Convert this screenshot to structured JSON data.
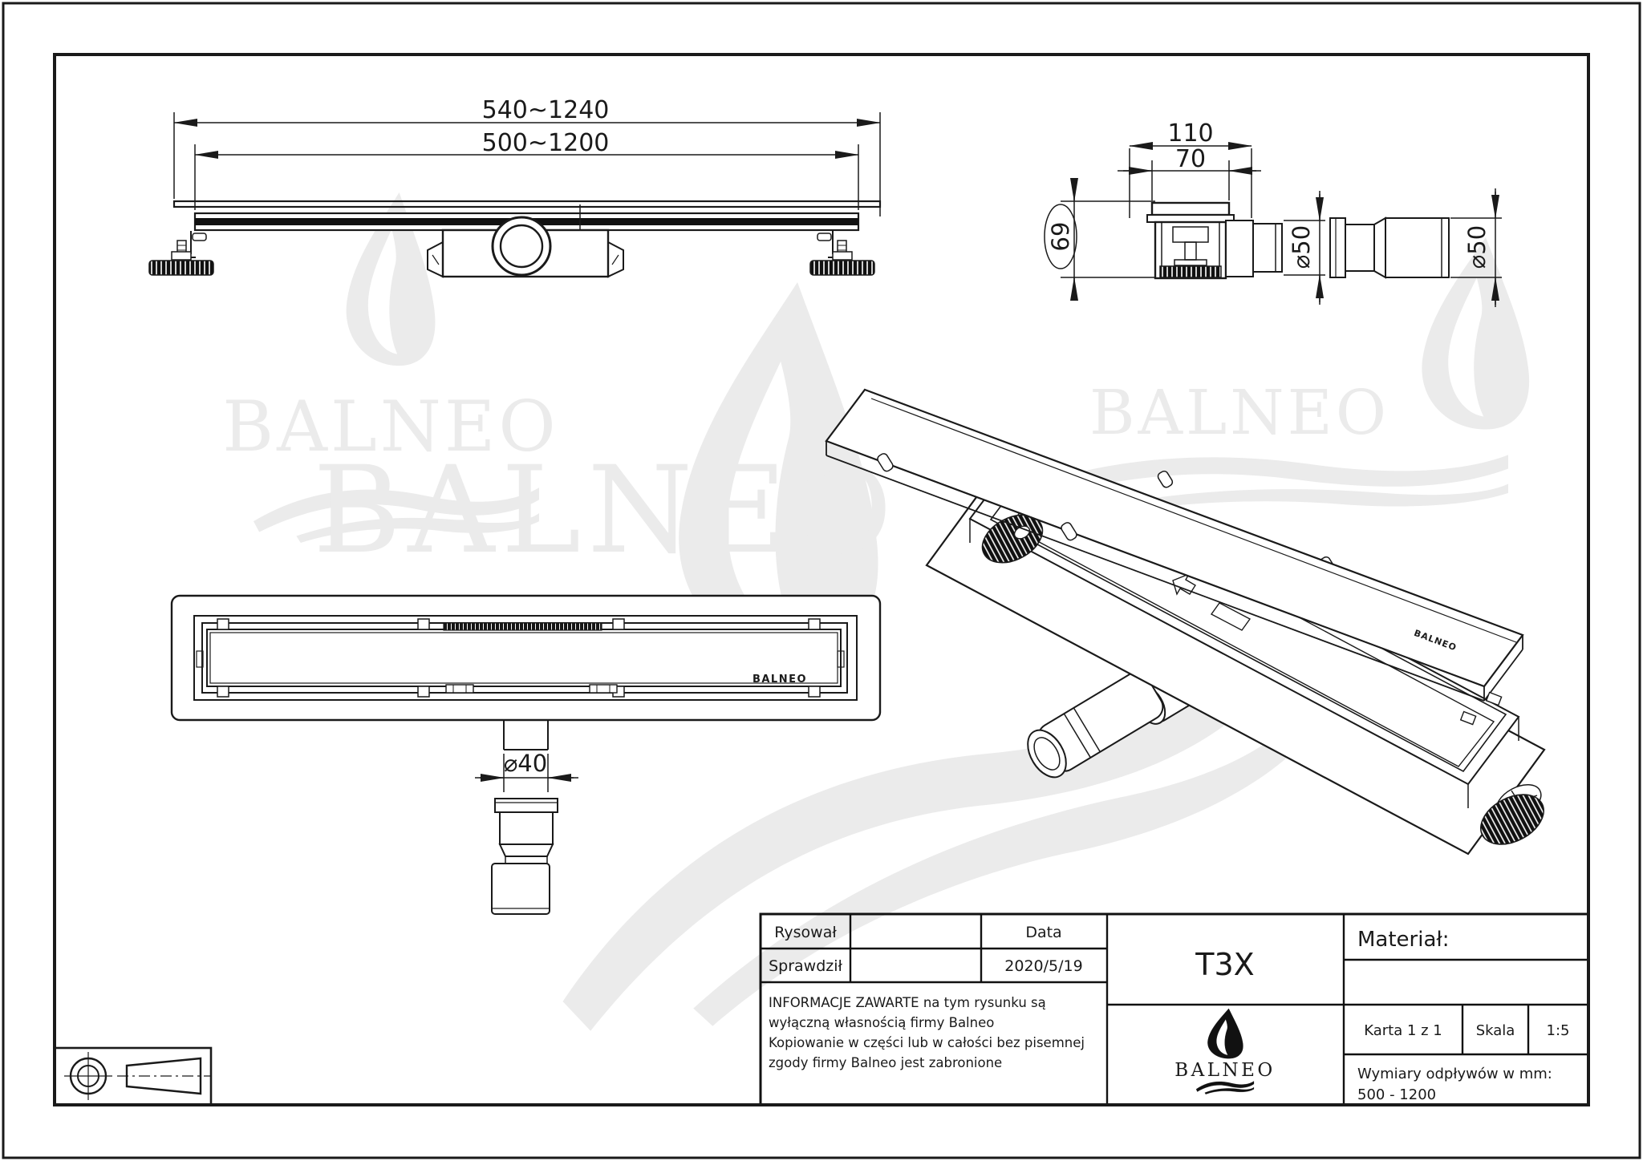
{
  "page": {
    "background": "#ffffff",
    "line_color": "#1a1a1a",
    "watermark_color": "#ebebeb"
  },
  "watermarks": {
    "brand": "BALNEO"
  },
  "views": {
    "side_view": {
      "dim_outer": "540~1240",
      "dim_inner": "500~1200"
    },
    "end_view": {
      "dim_width_outer": "110",
      "dim_width_inner": "70",
      "dim_height": "69",
      "dim_pipe1": "⌀50",
      "dim_pipe2": "⌀50"
    },
    "plan_view": {
      "dim_outlet": "⌀40",
      "brand_label": "BALNEO"
    },
    "isometric": {
      "brand_label": "BALNEO"
    }
  },
  "title_block": {
    "drawn_label": "Rysował",
    "checked_label": "Sprawdził",
    "date_label": "Data",
    "date_value": "2020/5/19",
    "model": "T3X",
    "material_label": "Materiał:",
    "sheet_label": "Karta 1 z 1",
    "scale_label": "Skala",
    "scale_value": "1:5",
    "note_line1": "Wymiary odpływów w mm:",
    "note_line2": "500 - 1200",
    "notice_line1": "INFORMACJE ZAWARTE na tym rysunku są",
    "notice_line2": "wyłączną własnością firmy Balneo",
    "notice_line3": "Kopiowanie w części lub w całości bez pisemnej",
    "notice_line4": "zgody firmy Balneo jest zabronione",
    "logo_text": "BALNEO"
  }
}
